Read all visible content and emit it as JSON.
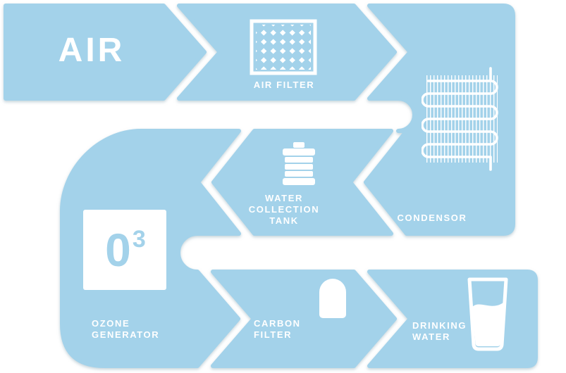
{
  "colors": {
    "panel_blue": "#a3d2ea",
    "text_white": "#ffffff",
    "shadow": "#8aa7b5"
  },
  "labels": {
    "air": "AIR",
    "air_filter": "AIR FILTER",
    "condensor": "CONDENSOR",
    "water_collection_tank": "WATER COLLECTION TANK",
    "ozone_generator": "OZONE GENERATOR",
    "ozone_symbol": "0",
    "ozone_exponent": "3",
    "carbon_filter": "CARBON FILTER",
    "drinking_water": "DRINKING WATER"
  },
  "icons": {
    "air_filter": "filter-grid-icon",
    "condensor": "condenser-coil-icon",
    "water_collection_tank": "collection-tank-icon",
    "ozone_generator": "ozone-o3-icon",
    "carbon_filter": "carbon-cartridge-icon",
    "drinking_water": "water-glass-icon"
  }
}
